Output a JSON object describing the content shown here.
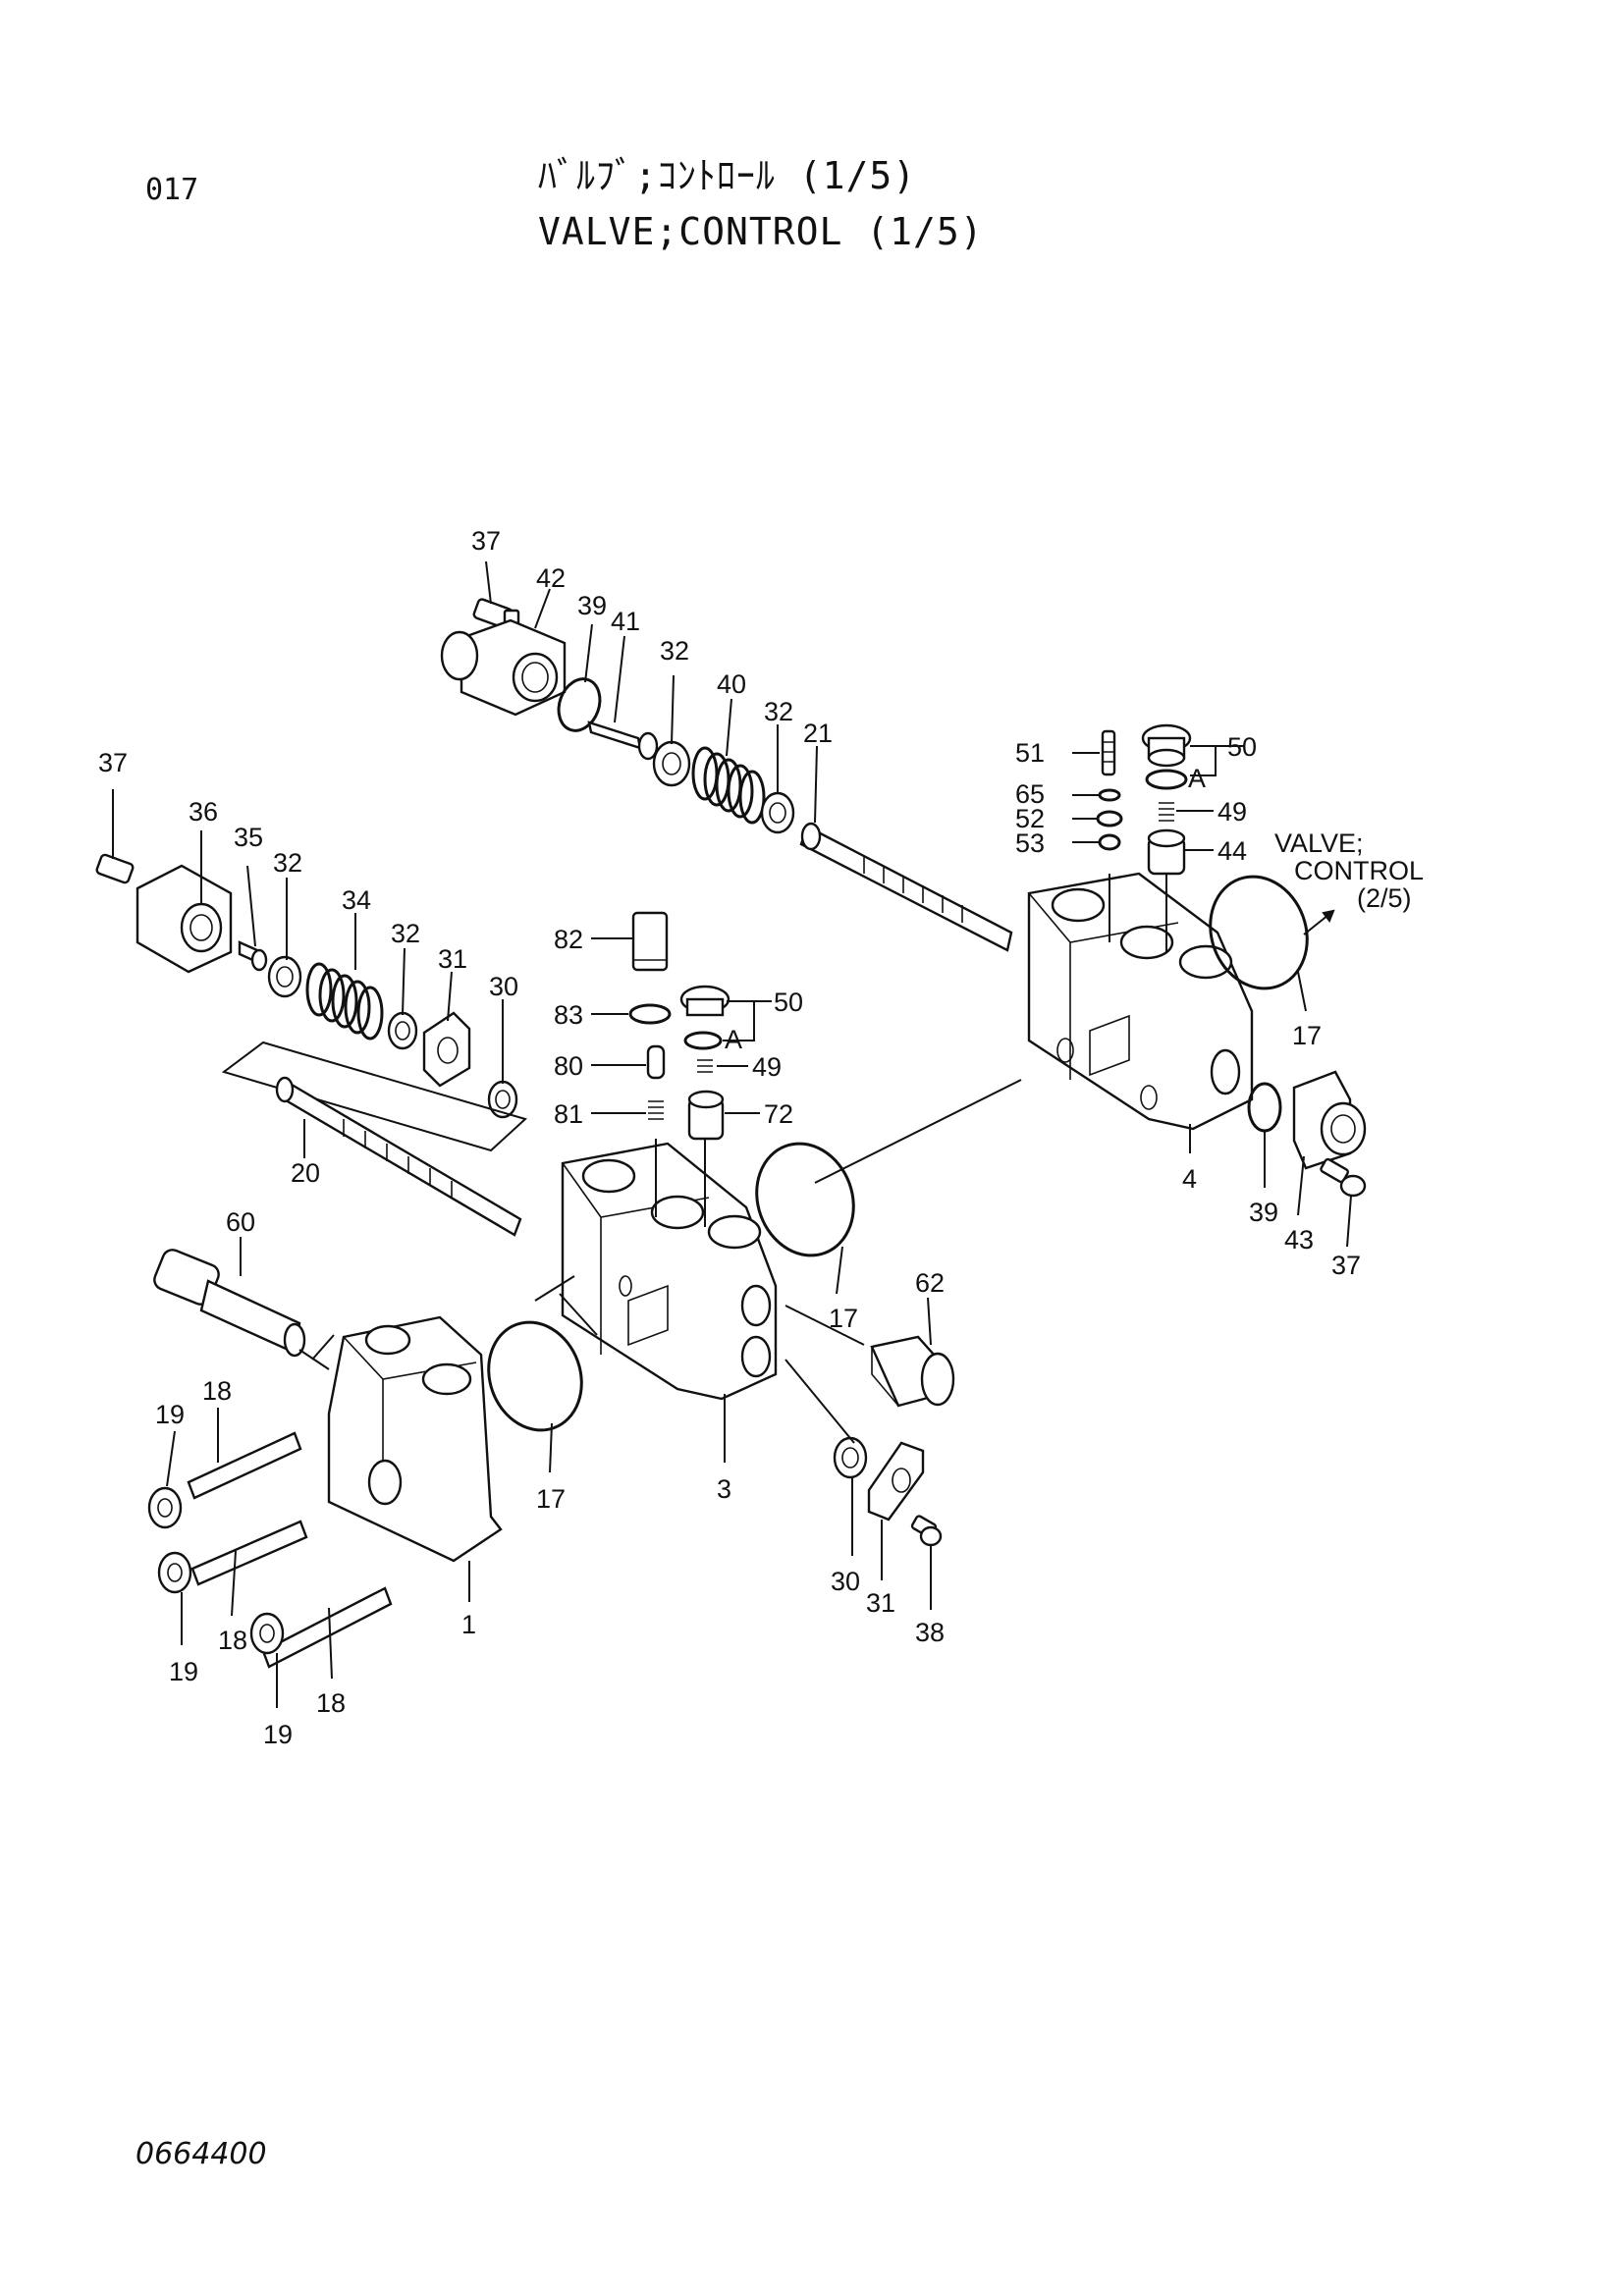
{
  "header": {
    "page_number": "017",
    "title_jp": "ﾊﾞﾙﾌﾞ;ｺﾝﾄﾛｰﾙ (1/5)",
    "title_en": "VALVE;CONTROL (1/5)"
  },
  "footer": {
    "doc_number": "0664400"
  },
  "callouts": {
    "reference": [
      "VALVE;",
      "CONTROL",
      "(2/5)"
    ],
    "group_marker": "A"
  },
  "part_labels": [
    "37",
    "42",
    "39",
    "41",
    "32",
    "40",
    "32",
    "21",
    "51",
    "50",
    "65",
    "52",
    "49",
    "53",
    "44",
    "37",
    "36",
    "35",
    "32",
    "34",
    "32",
    "31",
    "30",
    "20",
    "82",
    "83",
    "50",
    "80",
    "49",
    "81",
    "72",
    "60",
    "62",
    "3",
    "17",
    "17",
    "17",
    "4",
    "39",
    "43",
    "37",
    "19",
    "18",
    "19",
    "18",
    "19",
    "18",
    "1",
    "30",
    "31",
    "38"
  ]
}
